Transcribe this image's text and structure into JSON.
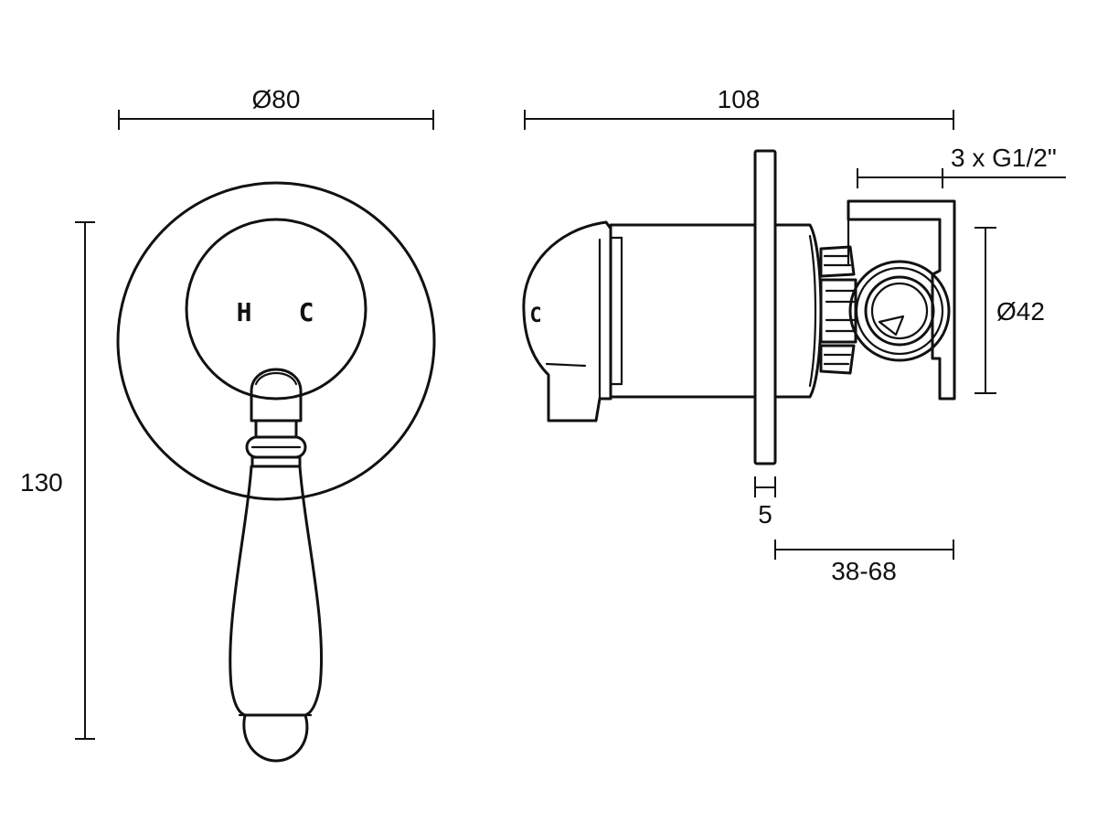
{
  "dimensions": {
    "plate_diameter": "Ø80",
    "total_depth": "108",
    "height": "130",
    "inlets": "3 x G1/2\"",
    "body_diameter": "Ø42",
    "plate_thickness": "5",
    "wall_range": "38-68"
  },
  "markings": {
    "hot": "H",
    "cold": "C",
    "side_cold": "C"
  }
}
